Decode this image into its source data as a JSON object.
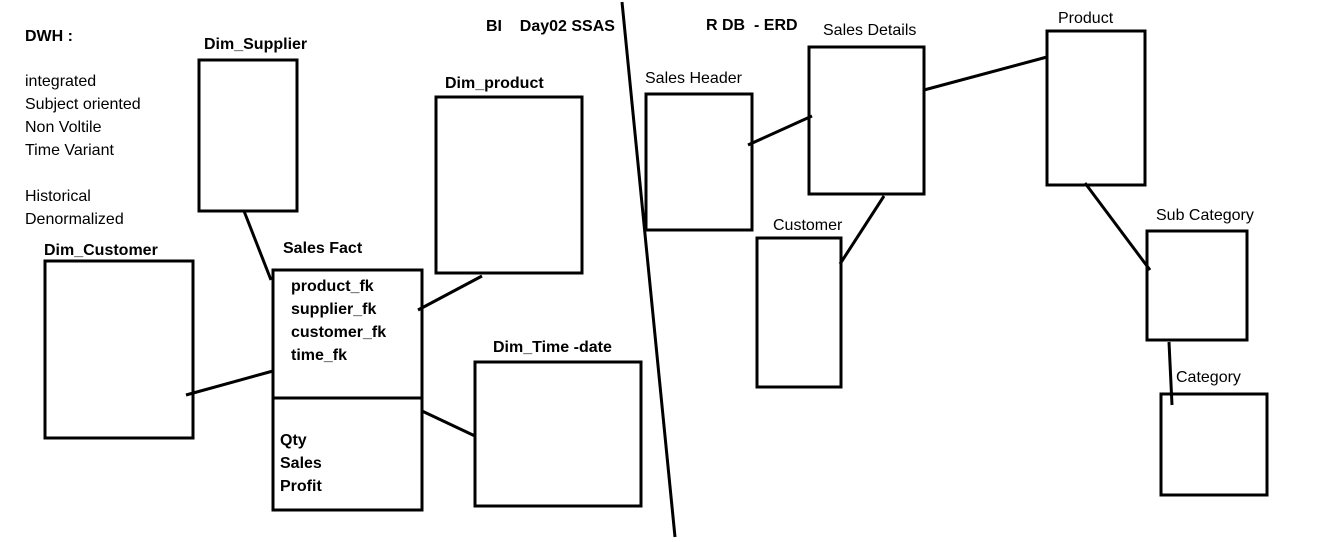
{
  "header": {
    "bi_title": "BI    Day02 SSAS",
    "rdb_title": "R DB  - ERD"
  },
  "dwh": {
    "title": "DWH :",
    "properties": [
      "integrated",
      "Subject oriented",
      "Non Voltile",
      "Time Variant"
    ],
    "extra_properties": [
      "Historical",
      "Denormalized"
    ]
  },
  "star_schema": {
    "dim_supplier": "Dim_Supplier",
    "dim_product": "Dim_product",
    "dim_customer": "Dim_Customer",
    "dim_time": "Dim_Time -date",
    "fact": {
      "title": "Sales Fact",
      "keys": [
        "product_fk",
        "supplier_fk",
        "customer_fk",
        "time_fk"
      ],
      "measures": [
        "Qty",
        "Sales",
        "Profit"
      ]
    }
  },
  "erd": {
    "sales_header": "Sales Header",
    "sales_details": "Sales Details",
    "customer": "Customer",
    "product": "Product",
    "sub_category": "Sub Category",
    "category": "Category"
  },
  "colors": {
    "ink": "#000000",
    "background": "#ffffff"
  }
}
